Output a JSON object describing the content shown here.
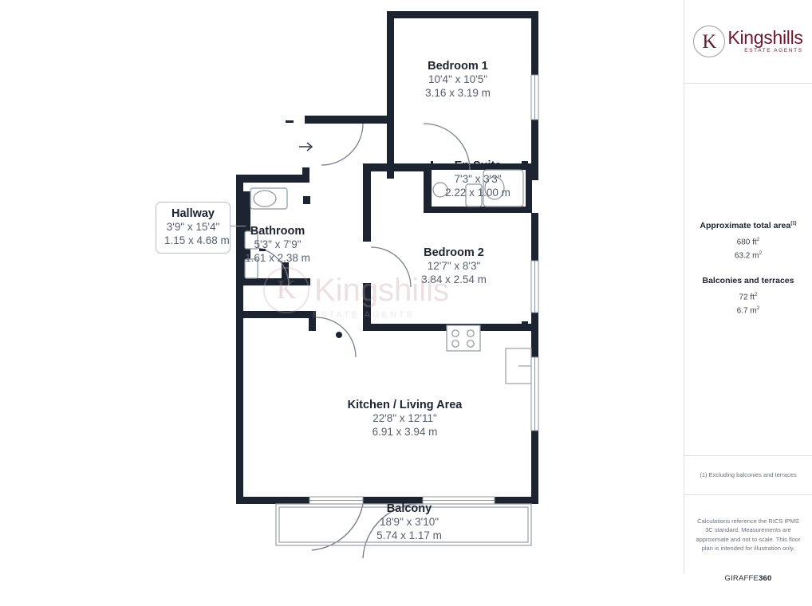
{
  "document": {
    "type": "floor-plan",
    "wall_color": "#1c2331",
    "accent_color": "#6e1a2e"
  },
  "brand": {
    "logo_letter": "K",
    "name": "Kingshills",
    "tagline": "ESTATE AGENTS"
  },
  "watermark": {
    "letter": "K",
    "name": "Kingshills",
    "tagline": "ESTATE AGENTS"
  },
  "rooms": [
    {
      "id": "bedroom-1",
      "name": "Bedroom 1",
      "imperial": "10'4\" x 10'5\"",
      "metric": "3.16 x 3.19 m"
    },
    {
      "id": "en-suite",
      "name": "En-Suite",
      "imperial": "7'3\" x 3'3\"",
      "metric": "2.22 x 1.00 m"
    },
    {
      "id": "hallway",
      "name": "Hallway",
      "imperial": "3'9\" x 15'4\"",
      "metric": "1.15 x 4.68 m"
    },
    {
      "id": "bathroom",
      "name": "Bathroom",
      "imperial": "5'3\" x 7'9\"",
      "metric": "1.61 x 2.38 m"
    },
    {
      "id": "bedroom-2",
      "name": "Bedroom 2",
      "imperial": "12'7\" x 8'3\"",
      "metric": "3.84 x 2.54 m"
    },
    {
      "id": "kitchen-living-area",
      "name": "Kitchen / Living Area",
      "imperial": "22'8\" x 12'11\"",
      "metric": "6.91 x 3.94 m"
    },
    {
      "id": "balcony",
      "name": "Balcony",
      "imperial": "18'9\" x 3'10\"",
      "metric": "5.74 x 1.17 m"
    }
  ],
  "info_panel": {
    "total_area": {
      "title": "Approximate total area",
      "footnote_marker": "(1)",
      "sqft": "680 ft",
      "sqft_unit": "2",
      "sqm": "63.2 m",
      "sqm_unit": "2"
    },
    "balconies": {
      "title": "Balconies and terraces",
      "sqft": "72 ft",
      "sqft_unit": "2",
      "sqm": "6.7 m",
      "sqm_unit": "2"
    },
    "footnote": "(1) Excluding balconies and terraces",
    "disclaimer": "Calculations reference the RICS IPMS 3C standard. Measurements are approximate and not to scale. This floor plan is intended for illustration only.",
    "provider_prefix": "GIRAFFE",
    "provider_suffix": "360"
  }
}
